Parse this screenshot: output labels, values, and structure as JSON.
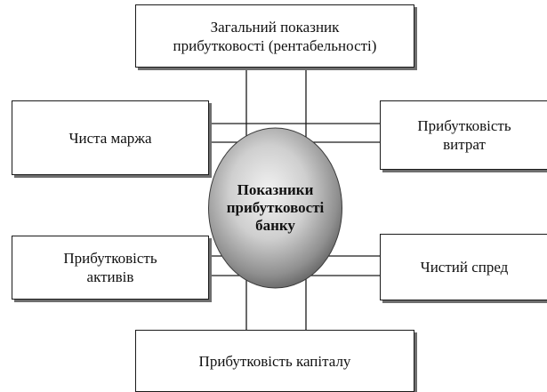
{
  "center": {
    "label": "Показники\nприбутковості\nбанку"
  },
  "boxes": {
    "top": "Загальний показник\nприбутковості (рентабельності)",
    "left_upper": "Чиста маржа",
    "right_upper": "Прибутковість\nвитрат",
    "left_lower": "Прибутковість\nактивів",
    "right_lower": "Чистий спред",
    "bottom": "Прибутковість капіталу"
  }
}
